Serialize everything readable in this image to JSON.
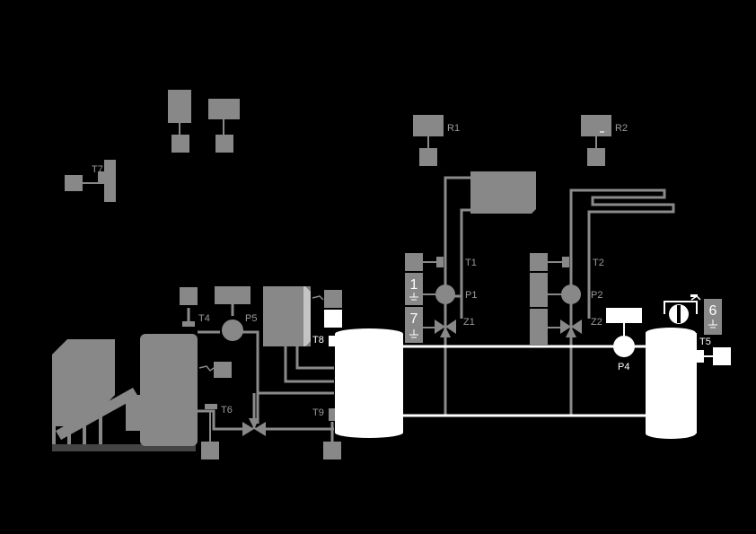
{
  "colors": {
    "background": "#000000",
    "component": "#888888",
    "pipe_hot": "#ffffff",
    "pipe_grey": "#8a8a8a",
    "label": "#9a9a9a",
    "digit": "#ffffff"
  },
  "labels": {
    "t7": "T7",
    "r1": "R1",
    "r2": "R2",
    "t1": "T1",
    "t2": "T2",
    "p1": "P1",
    "p2": "P2",
    "z1": "Z1",
    "z2": "Z2",
    "t4": "T4",
    "p5": "P5",
    "t8": "T8",
    "t5": "T5",
    "p4": "P4",
    "t6": "T6",
    "t9": "T9"
  },
  "circuit1": {
    "program_digit": "1",
    "mode_digit": "7"
  },
  "circuit2": {
    "mode_digit": "6"
  },
  "icons": {
    "ground": "ground-symbol-icon",
    "faucet": "faucet-icon",
    "pump": "pump-icon",
    "valve": "three-way-valve-icon"
  }
}
